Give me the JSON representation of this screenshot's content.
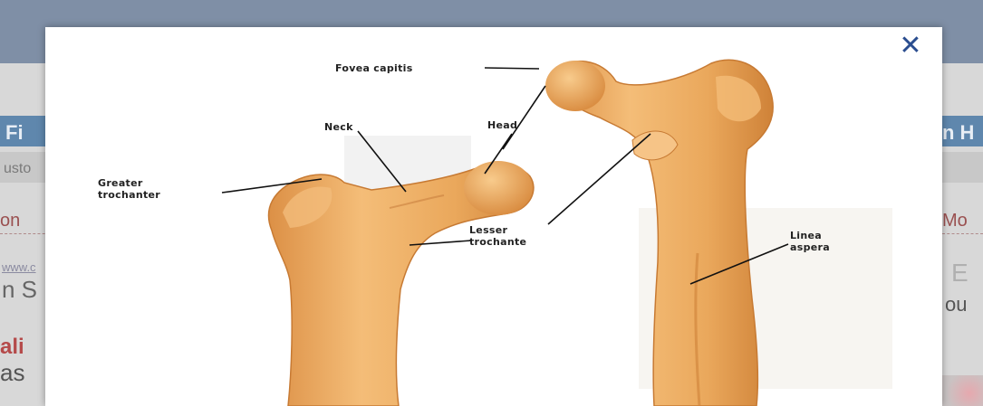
{
  "background_page": {
    "bar_left": "Fi",
    "bar_right": "n H",
    "search_left": "usto",
    "search_right": "",
    "link_left": "on",
    "link_right": "Mo",
    "url_fragment": "www.c",
    "line1_left": "n S",
    "line1_right": "ou",
    "bold_red": "ali",
    "line2_left": "as",
    "fragment_e": "E"
  },
  "modal": {
    "close_symbol": "✕",
    "labels": {
      "fovea": "Fovea capitis",
      "neck": "Neck",
      "head": "Head",
      "greater": "Greater\ntrochanter",
      "lesser": "Lesser\ntrochante",
      "linea": "Linea\naspera"
    }
  },
  "colors": {
    "bone_light": "#f2b46a",
    "bone_mid": "#e39a4c",
    "bone_dark": "#c8772e",
    "close_blue": "#2a4d8f"
  }
}
